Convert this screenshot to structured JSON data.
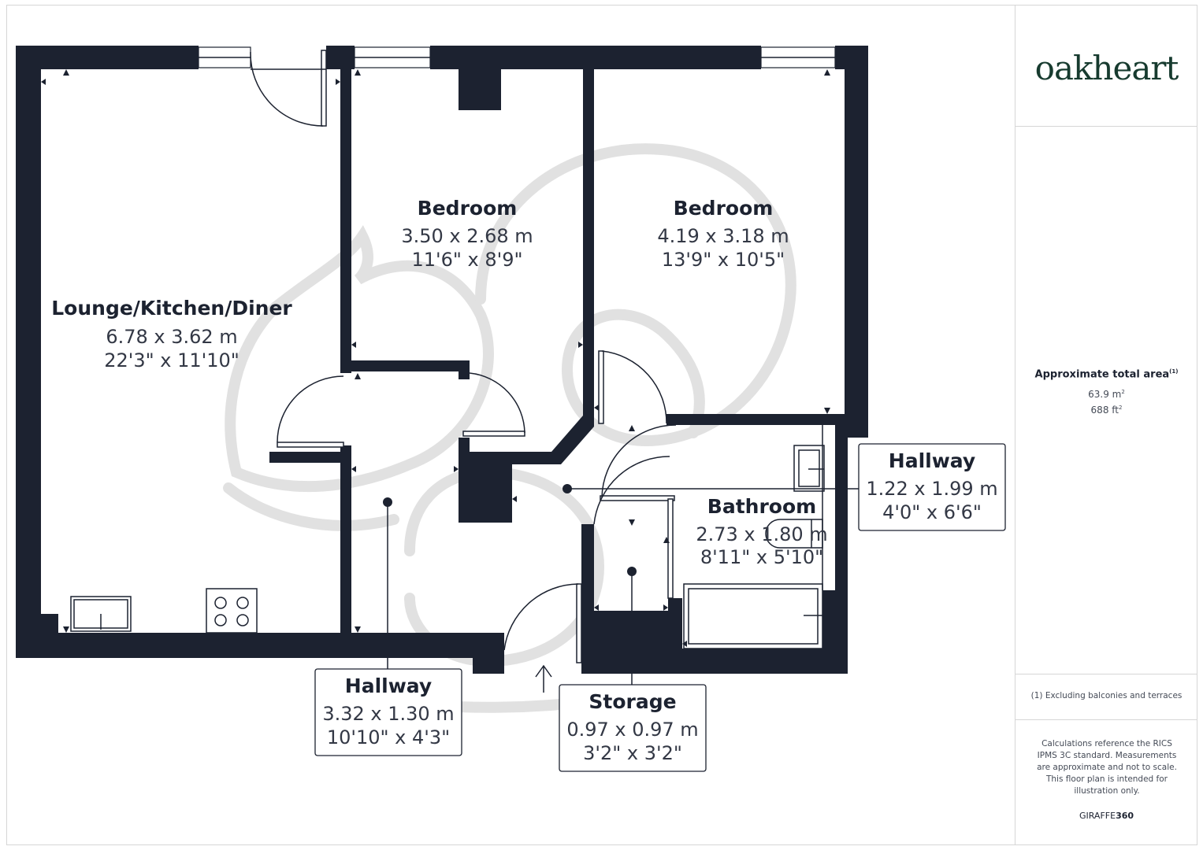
{
  "brand": "oakheart",
  "rooms": {
    "lounge": {
      "name": "Lounge/Kitchen/Diner",
      "metric": "6.78 x 3.62 m",
      "imperial": "22'3\" x 11'10\""
    },
    "bedroom1": {
      "name": "Bedroom",
      "metric": "3.50 x 2.68 m",
      "imperial": "11'6\" x 8'9\""
    },
    "bedroom2": {
      "name": "Bedroom",
      "metric": "4.19 x 3.18 m",
      "imperial": "13'9\" x 10'5\""
    },
    "bathroom": {
      "name": "Bathroom",
      "metric": "2.73 x 1.80 m",
      "imperial": "8'11\" x 5'10\""
    },
    "hallway_main": {
      "name": "Hallway",
      "metric": "3.32 x 1.30 m",
      "imperial": "10'10\" x 4'3\""
    },
    "hallway_side": {
      "name": "Hallway",
      "metric": "1.22 x 1.99 m",
      "imperial": "4'0\" x 6'6\""
    },
    "storage": {
      "name": "Storage",
      "metric": "0.97 x 0.97 m",
      "imperial": "3'2\" x 3'2\""
    }
  },
  "area": {
    "title": "Approximate total area",
    "footnote_marker": "(1)",
    "sqm_value": "63.9 m",
    "sqm_unit_sup": "2",
    "sqft_value": "688 ft",
    "sqft_unit_sup": "2"
  },
  "footnote": "(1) Excluding balconies and terraces",
  "calculations_note": "Calculations reference the RICS IPMS 3C standard. Measurements are approximate and not to scale. This floor plan is intended for illustration only.",
  "credit": {
    "prefix": "GIRAFFE",
    "suffix": "360"
  },
  "colors": {
    "wall": "#1c2230",
    "brand": "#173b2f",
    "watermark": "#e1e1e1"
  }
}
